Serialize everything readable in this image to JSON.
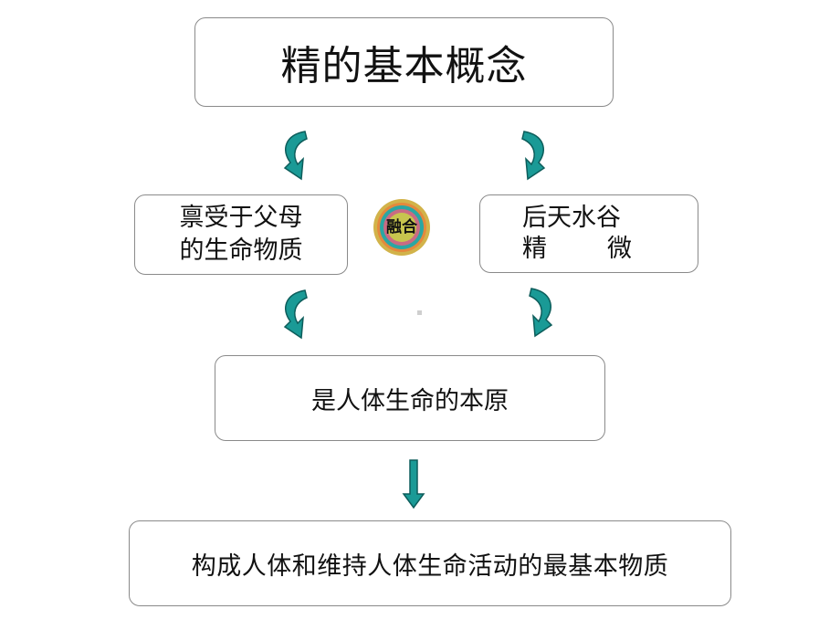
{
  "title": "精的基本概念",
  "left_box": {
    "line1": "禀受于父母",
    "line2": "的生命物质"
  },
  "merge_label": "融合",
  "right_box": {
    "line1": "后天水谷",
    "line2a": "精",
    "line2b": "微"
  },
  "middle_box": "是人体生命的本原",
  "bottom_box": "构成人体和维持人体生命活动的最基本物质",
  "colors": {
    "arrow": "#1a9a96",
    "arrow_edge": "#0d5d5b",
    "border": "#8a8a8a"
  }
}
